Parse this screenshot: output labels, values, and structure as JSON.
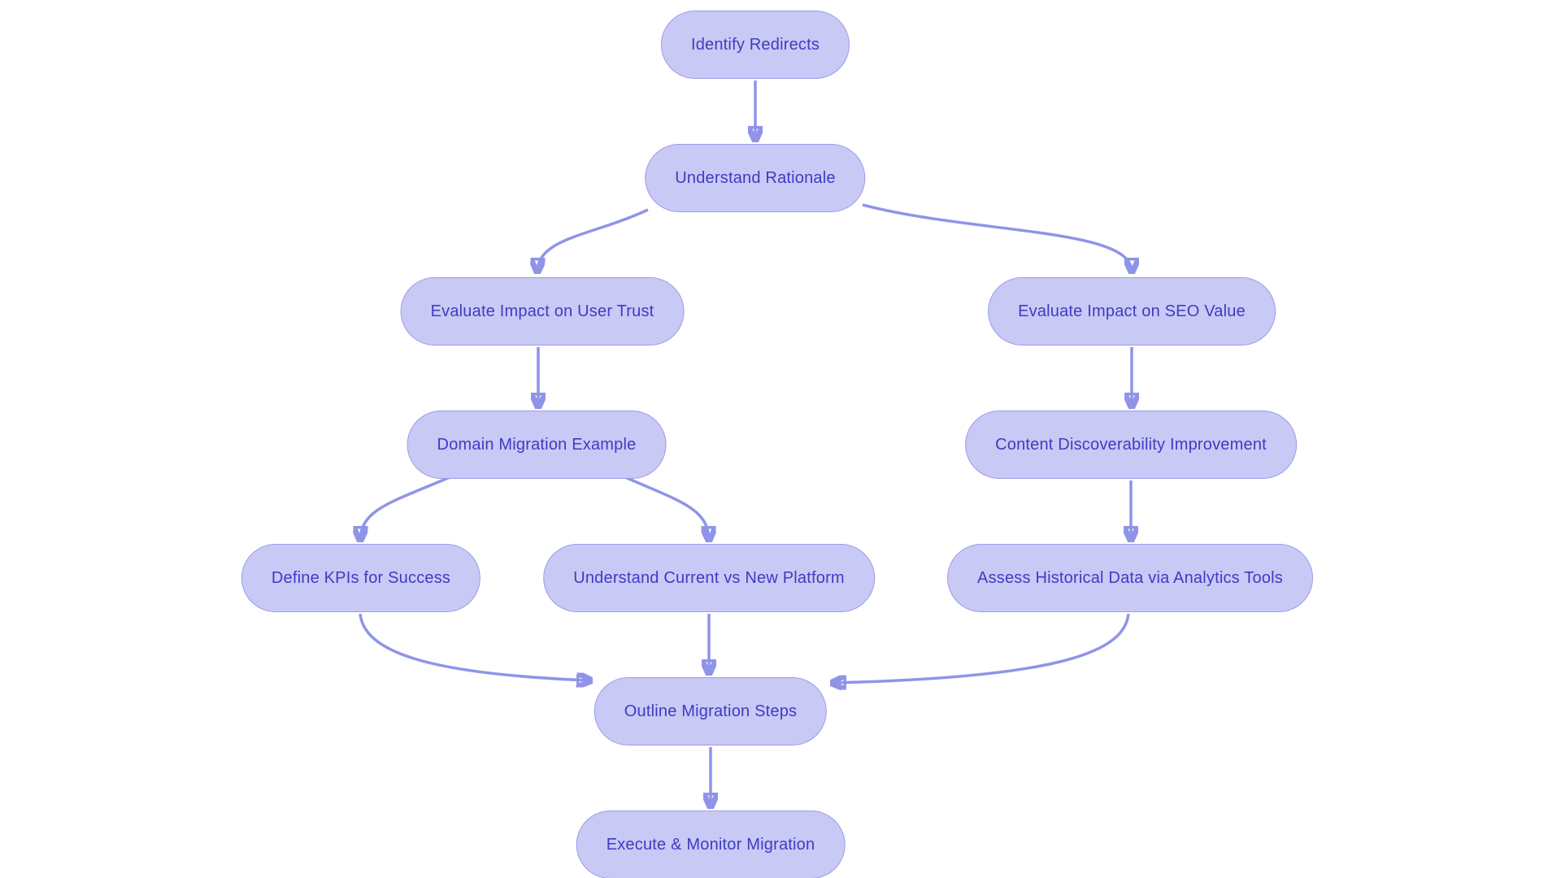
{
  "diagram": {
    "type": "flowchart",
    "direction": "top-down",
    "colors": {
      "canvas_bg": "#ffffff",
      "node_fill": "#c9c9f6",
      "node_border": "#9a9de4",
      "node_text": "#3e3cc2",
      "edge_color": "#8f94e8"
    },
    "nodes": [
      {
        "id": "identify-redirects",
        "label": "Identify Redirects"
      },
      {
        "id": "understand-rationale",
        "label": "Understand Rationale"
      },
      {
        "id": "evaluate-impact-user-trust",
        "label": "Evaluate Impact on User Trust"
      },
      {
        "id": "evaluate-impact-seo-value",
        "label": "Evaluate Impact on SEO Value"
      },
      {
        "id": "domain-migration-example",
        "label": "Domain Migration Example"
      },
      {
        "id": "content-discoverability-improvement",
        "label": "Content Discoverability Improvement"
      },
      {
        "id": "define-kpis-for-success",
        "label": "Define KPIs for Success"
      },
      {
        "id": "understand-current-vs-new-platform",
        "label": "Understand Current vs New Platform"
      },
      {
        "id": "assess-historical-data-via-analytics-tools",
        "label": "Assess Historical Data via Analytics Tools"
      },
      {
        "id": "outline-migration-steps",
        "label": "Outline Migration Steps"
      },
      {
        "id": "execute-monitor-migration",
        "label": "Execute & Monitor Migration"
      }
    ],
    "edges": [
      {
        "from": "identify-redirects",
        "to": "understand-rationale"
      },
      {
        "from": "understand-rationale",
        "to": "evaluate-impact-user-trust"
      },
      {
        "from": "understand-rationale",
        "to": "evaluate-impact-seo-value"
      },
      {
        "from": "evaluate-impact-user-trust",
        "to": "domain-migration-example"
      },
      {
        "from": "evaluate-impact-seo-value",
        "to": "content-discoverability-improvement"
      },
      {
        "from": "domain-migration-example",
        "to": "define-kpis-for-success"
      },
      {
        "from": "domain-migration-example",
        "to": "understand-current-vs-new-platform"
      },
      {
        "from": "content-discoverability-improvement",
        "to": "assess-historical-data-via-analytics-tools"
      },
      {
        "from": "define-kpis-for-success",
        "to": "outline-migration-steps"
      },
      {
        "from": "understand-current-vs-new-platform",
        "to": "outline-migration-steps"
      },
      {
        "from": "assess-historical-data-via-analytics-tools",
        "to": "outline-migration-steps"
      },
      {
        "from": "outline-migration-steps",
        "to": "execute-monitor-migration"
      }
    ]
  }
}
